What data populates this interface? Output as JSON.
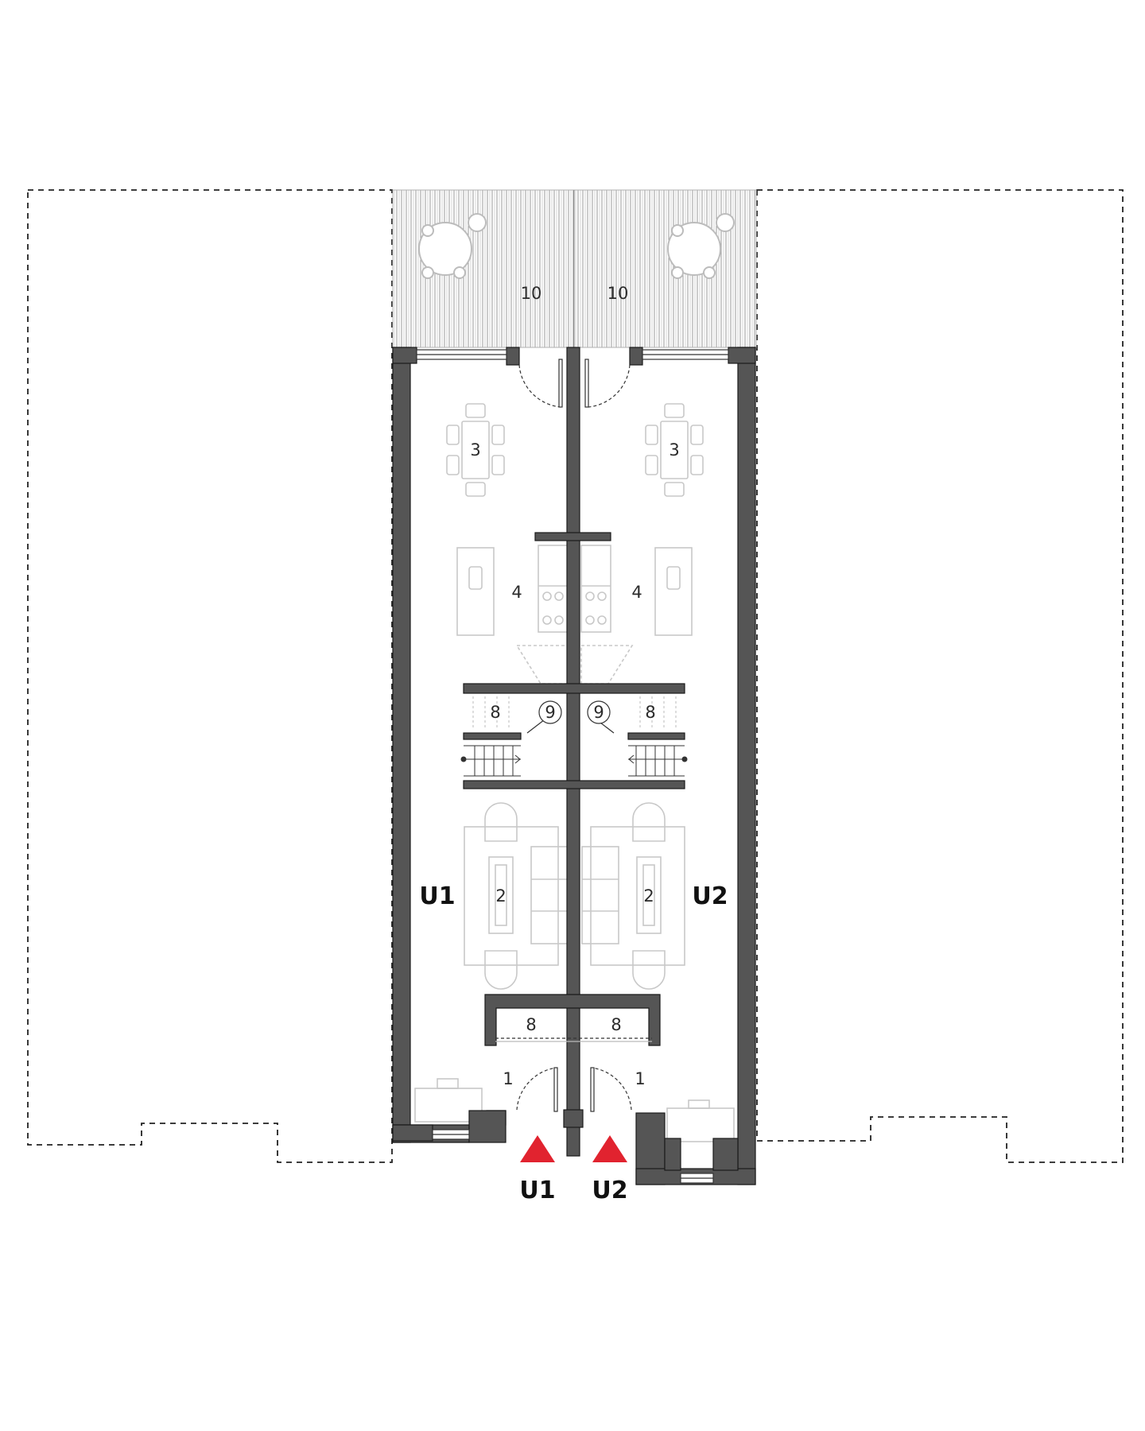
{
  "plan": {
    "terrace_labels": [
      "10",
      "10"
    ],
    "dining_labels": [
      "3",
      "3"
    ],
    "kitchen_labels": [
      "4",
      "4"
    ],
    "storage_upper_labels": [
      "8",
      "8"
    ],
    "wc_labels": [
      "9",
      "9"
    ],
    "living_labels": [
      "2",
      "2"
    ],
    "storage_lower_labels": [
      "8",
      "8"
    ],
    "entry_labels": [
      "1",
      "1"
    ],
    "unit_labels": [
      "U1",
      "U2"
    ],
    "entrance_markers": [
      "U1",
      "U2"
    ]
  },
  "colors": {
    "wall": "#555555",
    "wall_stroke": "#1a1a1a",
    "furniture": "#c8c8c8",
    "marker": "#e1232f",
    "neighbour_outline": "#222222",
    "deck_line": "#999999"
  },
  "icons": {
    "entrance_marker": "red-triangle-icon",
    "door": "door-swing-icon",
    "stairs": "staircase-icon"
  }
}
